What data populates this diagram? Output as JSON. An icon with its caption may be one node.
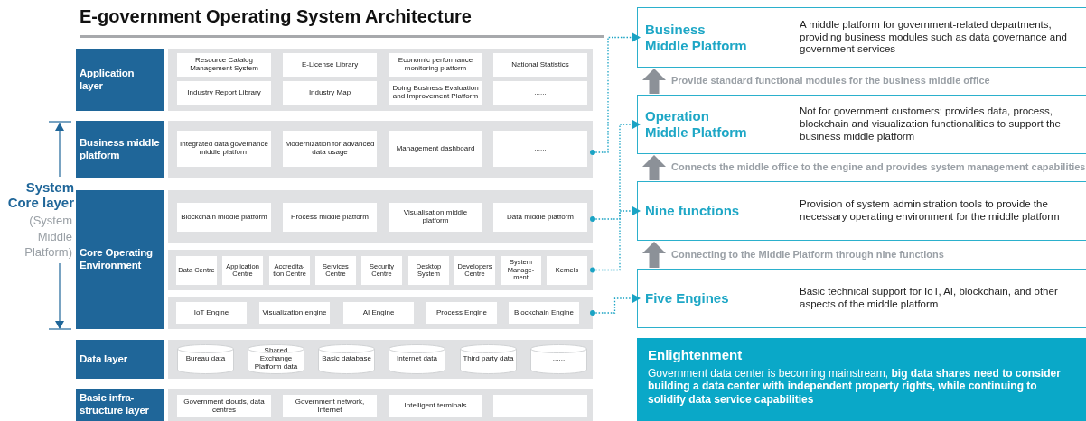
{
  "diagram": {
    "title": "E-government Operating System Architecture",
    "nodes": [
      {
        "text": [
          "Application layer"
        ]
      },
      {
        "text": [],
        "shape": "box"
      },
      {
        "text": [
          "Resource Catalog Management System"
        ],
        "in": 1
      },
      {
        "text": [
          "E-License Library"
        ],
        "in": 1
      },
      {
        "text": [
          "Economic performance monitoring platform"
        ],
        "in": 1
      },
      {
        "text": [
          "National Statistics"
        ],
        "in": 1
      },
      {
        "text": [
          "Industry Report Library"
        ],
        "in": 1
      },
      {
        "text": [
          "Industry Map"
        ],
        "in": 1
      },
      {
        "text": [
          "Doing Business Evaluation and Improvement Platform"
        ],
        "in": 1
      },
      {
        "text": [
          "......"
        ],
        "in": 1
      },
      {
        "text": [
          "Business middle platform"
        ]
      },
      {
        "text": [],
        "shape": "box"
      },
      {
        "text": [
          "Integrated data governance middle platform"
        ],
        "in": 11
      },
      {
        "text": [
          "Modernization for advanced data usage"
        ],
        "in": 11
      },
      {
        "text": [
          "Management dashboard"
        ],
        "in": 11
      },
      {
        "text": [
          "......"
        ],
        "in": 11
      },
      {
        "text": [
          "Core Operating Environment"
        ]
      },
      {
        "text": [],
        "shape": "box"
      },
      {
        "text": [
          "Blockchain middle platform"
        ],
        "in": 17
      },
      {
        "text": [
          "Process middle platform"
        ],
        "in": 17
      },
      {
        "text": [
          "Visualisation middle platform"
        ],
        "in": 17
      },
      {
        "text": [
          "Data middle platform"
        ],
        "in": 17
      },
      {
        "text": [],
        "shape": "box"
      },
      {
        "text": [
          "Data Centre"
        ],
        "in": 22
      },
      {
        "text": [
          "Application Centre"
        ],
        "in": 22
      },
      {
        "text": [
          "Accredita-tion Centre"
        ],
        "in": 22
      },
      {
        "text": [
          "Services Centre"
        ],
        "in": 22
      },
      {
        "text": [
          "Security Centre"
        ],
        "in": 22
      },
      {
        "text": [
          "Desktop System"
        ],
        "in": 22
      },
      {
        "text": [
          "Developers Centre"
        ],
        "in": 22
      },
      {
        "text": [
          "System Manage-ment"
        ],
        "in": 22
      },
      {
        "text": [
          "Kernels"
        ],
        "in": 22
      },
      {
        "text": [],
        "shape": "box"
      },
      {
        "text": [
          "IoT Engine"
        ],
        "in": 32
      },
      {
        "text": [
          "Visualization engine"
        ],
        "in": 32
      },
      {
        "text": [
          "AI Engine"
        ],
        "in": 32
      },
      {
        "text": [
          "Process Engine"
        ],
        "in": 32
      },
      {
        "text": [
          "Blockchain Engine"
        ],
        "in": 32
      },
      {
        "text": [
          "Data layer"
        ]
      },
      {
        "text": [],
        "shape": "box"
      },
      {
        "text": [
          "Bureau data"
        ],
        "in": 39
      },
      {
        "text": [
          "Shared Exchange Platform data"
        ],
        "in": 39
      },
      {
        "text": [
          "Basic database"
        ],
        "in": 39
      },
      {
        "text": [
          "Internet data"
        ],
        "in": 39
      },
      {
        "text": [
          "Third party data"
        ],
        "in": 39
      },
      {
        "text": [
          "......"
        ],
        "in": 39
      },
      {
        "text": [
          "Basic infra-structure layer"
        ]
      },
      {
        "text": [],
        "shape": "box"
      },
      {
        "text": [
          "Government clouds, data centres"
        ],
        "in": 47
      },
      {
        "text": [
          "Government network, Internet"
        ],
        "in": 47
      },
      {
        "text": [
          "Intelligent terminals"
        ],
        "in": 47
      },
      {
        "text": [
          "......"
        ],
        "in": 47
      },
      {
        "text": [
          "Business Middle Platform",
          "A middle platform for government-related departments, providing business modules such as data governance and government services"
        ]
      },
      {
        "text": [
          "Operation Middle Platform",
          "Not for government customers; provides data, process, blockchain and visualization functionalities to support the business middle platform"
        ]
      },
      {
        "text": [
          "Nine functions",
          "Provision of system administration tools to provide the necessary operating environment for the middle platform"
        ]
      },
      {
        "text": [
          "Five Engines",
          "Basic technical support for IoT, AI, blockchain, and other aspects of the middle platform"
        ]
      },
      {
        "text": [
          "Enlightenment",
          "Government data center is becoming mainstream, **big data shares need to consider building a data center with independent property rights, while continuing to solidify data service capabilities**"
        ]
      }
    ],
    "edges": [
      {
        "from": 11,
        "to": 52,
        "arrow": "to",
        "style": "dashed"
      },
      {
        "from": 17,
        "to": 53,
        "arrow": "to",
        "style": "dashed"
      },
      {
        "from": 22,
        "to": 54,
        "arrow": "to",
        "style": "dashed"
      },
      {
        "from": 32,
        "to": 55,
        "arrow": "to",
        "style": "dashed"
      },
      {
        "from": 53,
        "to": 52,
        "arrow": "to",
        "label": "Provide standard functional modules for the business middle office",
        "style": "thick",
        "color": "#8c9198"
      },
      {
        "from": 54,
        "to": 53,
        "arrow": "to",
        "label": "Connects the middle office to the engine and provides system management capabilities",
        "style": "thick",
        "color": "#8c9198"
      },
      {
        "from": 55,
        "to": 54,
        "arrow": "to",
        "label": "Connecting to the Middle Platform through nine functions",
        "style": "thick",
        "color": "#8c9198"
      }
    ],
    "labels": [
      "System Core layer",
      "(System Middle Platform)"
    ]
  }
}
